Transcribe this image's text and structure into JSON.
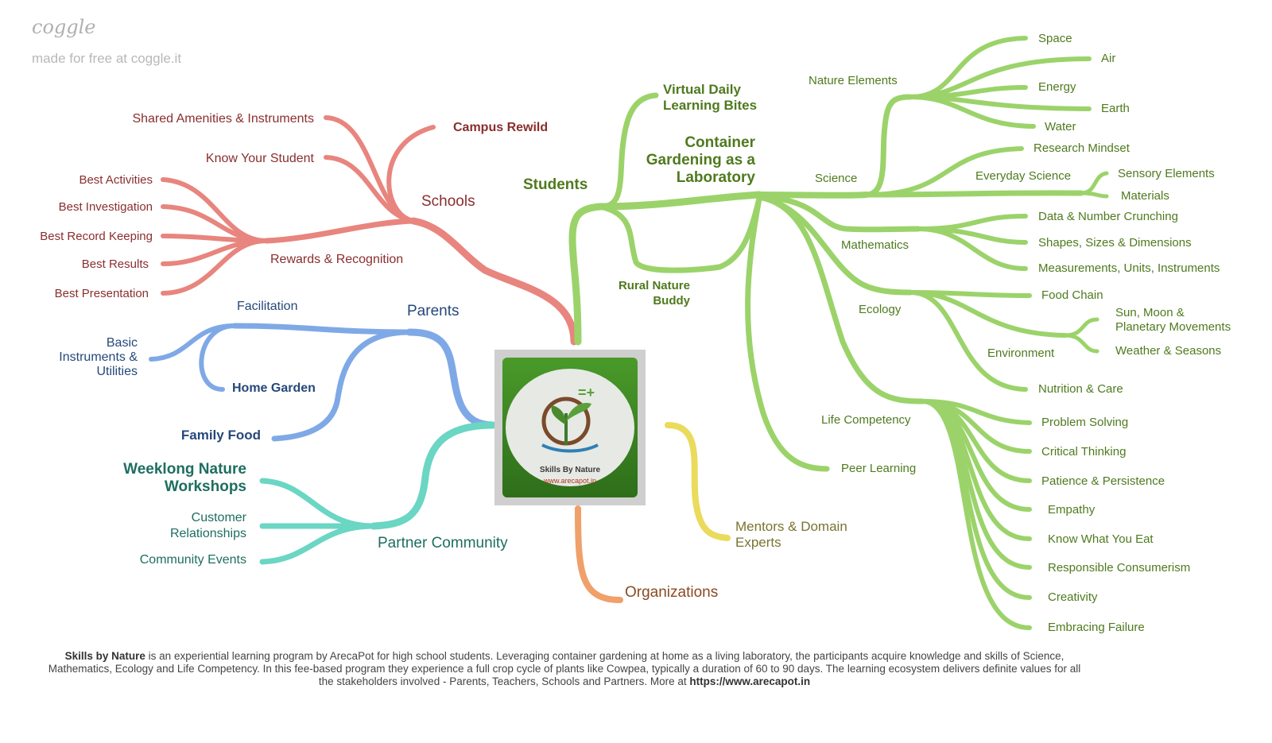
{
  "app": {
    "brand": "coggle",
    "tagline": "made for free at coggle.it"
  },
  "center": {
    "name": "Skills By Nature",
    "url": "www.arecapot.in"
  },
  "colors": {
    "red": "#e8857e",
    "blue": "#7fa9e6",
    "teal": "#6ad6c3",
    "green": "#9bd36a",
    "yellow": "#eadb5c",
    "orange": "#f0a06a"
  },
  "nodes": {
    "schools": "Schools",
    "campus_rewild": "Campus Rewild",
    "shared_amenities": "Shared Amenities & Instruments",
    "know_student": "Know Your Student",
    "rewards": "Rewards & Recognition",
    "best_activities": "Best Activities",
    "best_investigation": "Best Investigation",
    "best_record": "Best Record Keeping",
    "best_results": "Best Results",
    "best_presentation": "Best Presentation",
    "parents": "Parents",
    "facilitation": "Facilitation",
    "basic_instruments": "Basic\nInstruments &\nUtilities",
    "home_garden": "Home Garden",
    "family_food": "Family Food",
    "partner": "Partner Community",
    "weeklong": "Weeklong Nature\nWorkshops",
    "customer": "Customer\nRelationships",
    "community_events": "Community Events",
    "organizations": "Organizations",
    "mentors": "Mentors & Domain\nExperts",
    "students": "Students",
    "virtual": "Virtual Daily\nLearning Bites",
    "container": "Container\nGardening as a\nLaboratory",
    "rural": "Rural Nature\nBuddy",
    "science": "Science",
    "nature_elements": "Nature Elements",
    "space": "Space",
    "air": "Air",
    "energy": "Energy",
    "earth": "Earth",
    "water": "Water",
    "research": "Research Mindset",
    "everyday": "Everyday Science",
    "sensory": "Sensory Elements",
    "materials": "Materials",
    "mathematics": "Mathematics",
    "data_number": "Data & Number Crunching",
    "shapes": "Shapes, Sizes & Dimensions",
    "measurements": "Measurements, Units, Instruments",
    "ecology": "Ecology",
    "food_chain": "Food Chain",
    "environment": "Environment",
    "sun_moon": "Sun, Moon &\nPlanetary Movements",
    "weather": "Weather & Seasons",
    "nutrition": "Nutrition & Care",
    "life_competency": "Life Competency",
    "problem_solving": "Problem Solving",
    "critical_thinking": "Critical Thinking",
    "patience": "Patience & Persistence",
    "empathy": "Empathy",
    "know_eat": "Know What You Eat",
    "responsible": "Responsible Consumerism",
    "creativity": "Creativity",
    "embracing": "Embracing Failure",
    "peer": "Peer Learning"
  },
  "footer": {
    "lead": "Skills by Nature",
    "body": " is an experiential learning program by ArecaPot for high school students. Leveraging container gardening at home as a living laboratory, the participants acquire knowledge and skills of Science, Mathematics, Ecology and Life Competency. In this fee-based program they experience a full crop cycle of plants like Cowpea, typically a duration of 60 to 90 days. The learning ecosystem delivers definite values for all the stakeholders involved - Parents, Teachers, Schools and Partners. More at ",
    "link": "https://www.arecapot.in"
  }
}
